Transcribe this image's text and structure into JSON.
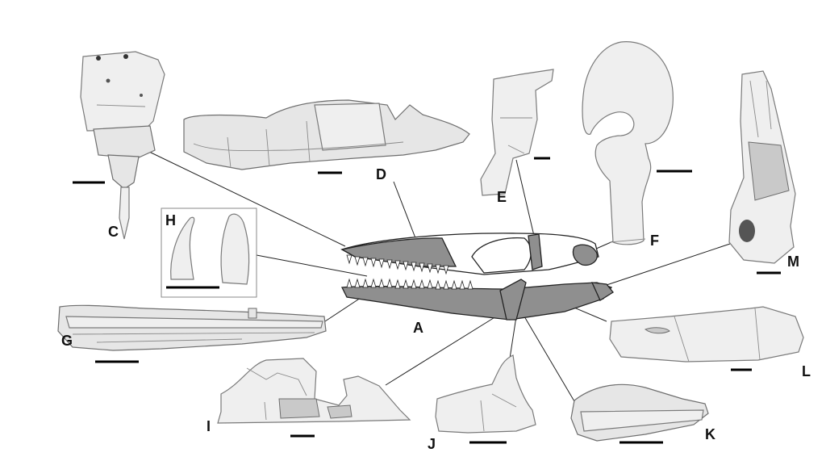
{
  "figure": {
    "panel_labels": {
      "A": "A",
      "C": "C",
      "D": "D",
      "E": "E",
      "F": "F",
      "G": "G",
      "H": "H",
      "I": "I",
      "J": "J",
      "K": "K",
      "L": "L",
      "M": "M"
    }
  }
}
